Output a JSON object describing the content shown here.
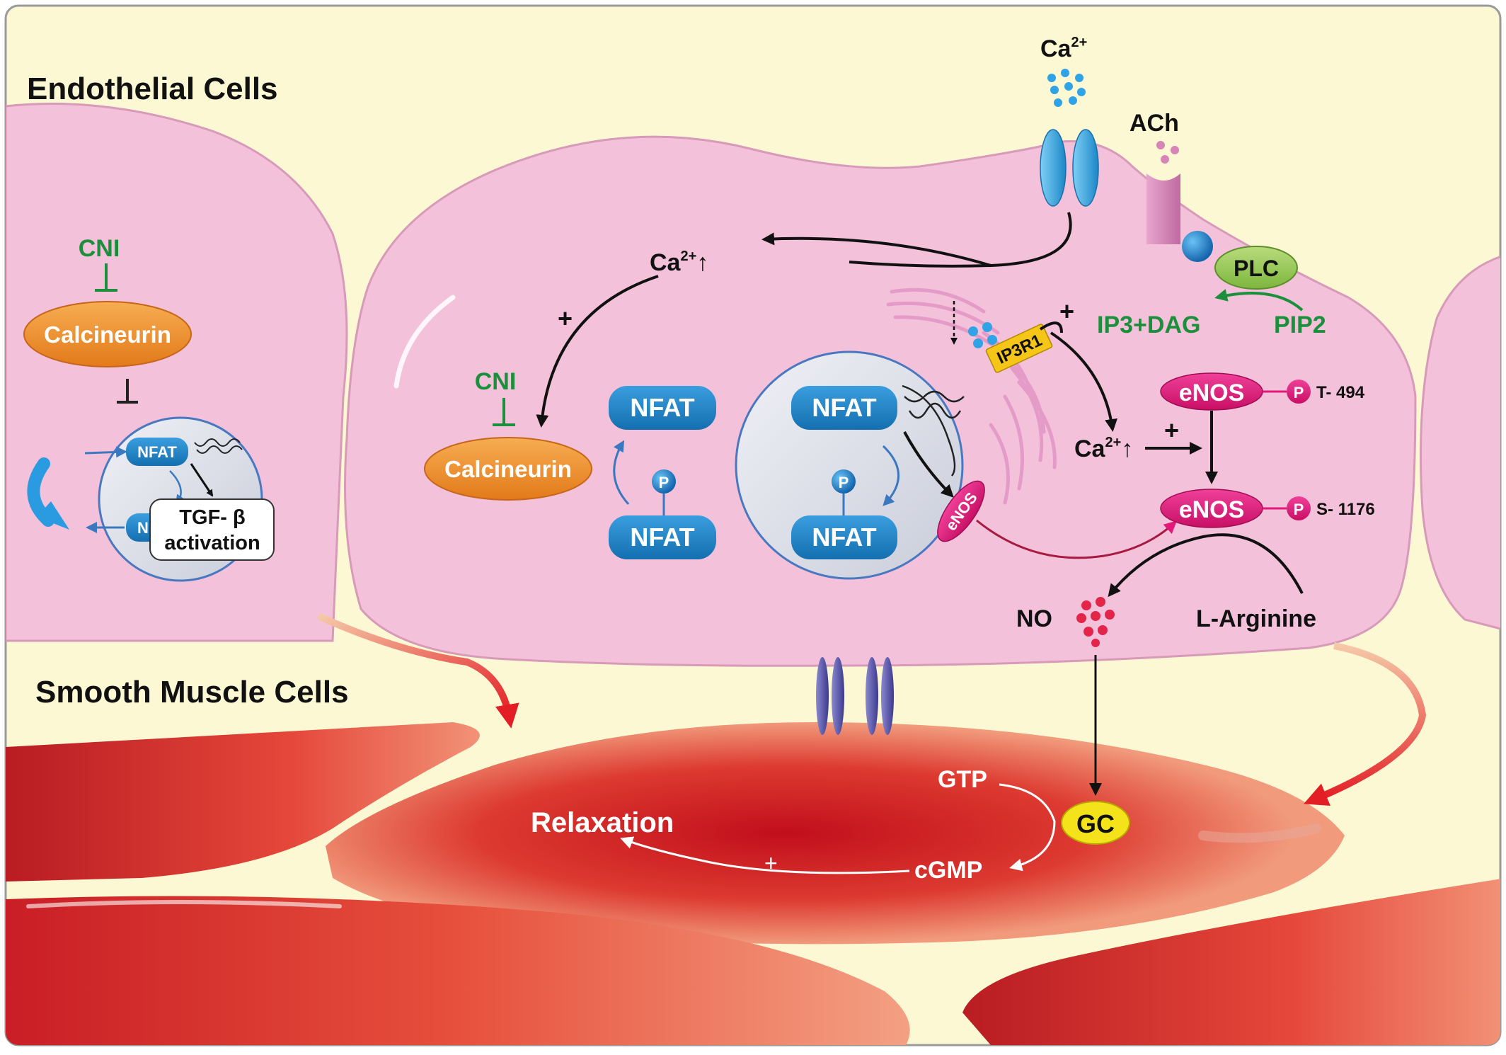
{
  "labels": {
    "endothelial": "Endothelial Cells",
    "smooth": "Smooth Muscle Cells",
    "cni_left": "CNI",
    "calcineurin_left": "Calcineurin",
    "nfat_small_top": "NFAT",
    "nfat_small_bottom": "N",
    "tgf_line1": "TGF- β",
    "tgf_line2": "activation",
    "ca_top": "Ca",
    "ca_top_sup": "2+",
    "ach": "ACh",
    "plc": "PLC",
    "ip3dag": "IP3+DAG",
    "pip2": "PIP2",
    "ca_mid": "Ca",
    "ca_mid_sup": "2+",
    "arrow_up": "↑",
    "plus_left": "+",
    "plus_right": "+",
    "plus_mid": "+",
    "cni_mid": "CNI",
    "calcineurin_mid": "Calcineurin",
    "nfat_cyto_top": "NFAT",
    "nfat_cyto_bottom": "NFAT",
    "p": "P",
    "nfat_nuc_top": "NFAT",
    "nfat_nuc_bottom": "NFAT",
    "enos_nuc": "eNOS",
    "ip3r1": "IP3R1",
    "enos_t": "eNOS",
    "t494": "T- 494",
    "ca_right": "Ca",
    "ca_right_sup": "2+",
    "enos_s": "eNOS",
    "s1176": "S- 1176",
    "no": "NO",
    "larginine": "L-Arginine",
    "gtp": "GTP",
    "gc": "GC",
    "relaxation": "Relaxation",
    "cgmp": "cGMP",
    "plus_smc": "+"
  },
  "colors": {
    "background": "#fdf8d4",
    "endothelial_cell": "#f3c1d9",
    "nucleus": "#dfe2ec",
    "nfat": "#1f86c8",
    "calcineurin": "#f08c24",
    "enos": "#e2187a",
    "plc": "#96c84e",
    "gc": "#f4e21b",
    "smooth_muscle": "#d8312c",
    "inhibitor_green": "#1c8f3c",
    "ip3r1": "#f5c518"
  }
}
